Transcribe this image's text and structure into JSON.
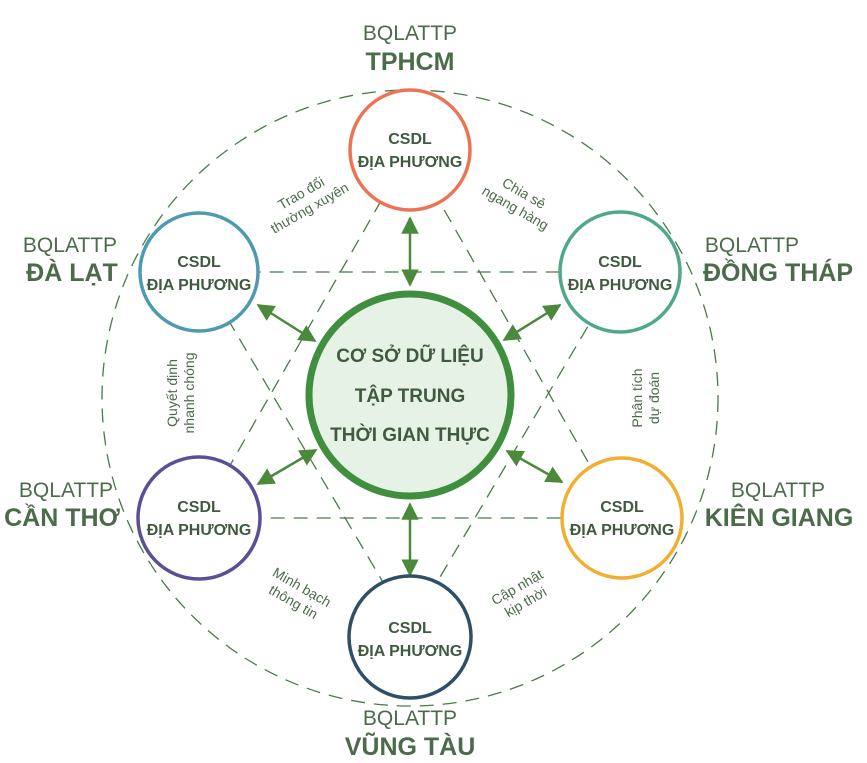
{
  "diagram": {
    "center": {
      "lines": [
        "CƠ SỞ DỮ LIỆU",
        "TẬP TRUNG",
        "THỜI GIAN THỰC"
      ],
      "stroke": "#3f8f3f",
      "fill": "#e6f2e6"
    },
    "nodes": [
      {
        "id": "tphcm",
        "org": "BQLATTP",
        "name": "TPHCM",
        "line1": "CSDL",
        "line2": "ĐỊA PHƯƠNG",
        "color": "#ec7455"
      },
      {
        "id": "dong-thap",
        "org": "BQLATTP",
        "name": "ĐỒNG THÁP",
        "line1": "CSDL",
        "line2": "ĐỊA PHƯƠNG",
        "color": "#4fa88a"
      },
      {
        "id": "kien-giang",
        "org": "BQLATTP",
        "name": "KIÊN GIANG",
        "line1": "CSDL",
        "line2": "ĐỊA PHƯƠNG",
        "color": "#f1ae2f"
      },
      {
        "id": "vung-tau",
        "org": "BQLATTP",
        "name": "VŨNG TÀU",
        "line1": "CSDL",
        "line2": "ĐỊA PHƯƠNG",
        "color": "#2f4f68"
      },
      {
        "id": "can-tho",
        "org": "BQLATTP",
        "name": "CẦN THƠ",
        "line1": "CSDL",
        "line2": "ĐỊA PHƯƠNG",
        "color": "#5b4f96"
      },
      {
        "id": "da-lat",
        "org": "BQLATTP",
        "name": "ĐÀ LẠT",
        "line1": "CSDL",
        "line2": "ĐỊA PHƯƠNG",
        "color": "#4f9ab0"
      }
    ],
    "edge_labels": [
      {
        "id": "trao-doi",
        "line1": "Trao đổi",
        "line2": "thường xuyên"
      },
      {
        "id": "chia-se",
        "line1": "Chia sẻ",
        "line2": "ngang hàng"
      },
      {
        "id": "phan-tich",
        "line1": "Phân tích",
        "line2": "dự đoán"
      },
      {
        "id": "cap-nhat",
        "line1": "Cập nhật",
        "line2": "kịp thời"
      },
      {
        "id": "minh-bach",
        "line1": "Minh bạch",
        "line2": "thông tin"
      },
      {
        "id": "quyet-dinh",
        "line1": "Quyết định",
        "line2": "nhanh chóng"
      }
    ],
    "colors": {
      "dash": "#4a7a4a",
      "arrow": "#4a8a3a",
      "label": "#4b6b4a"
    }
  }
}
